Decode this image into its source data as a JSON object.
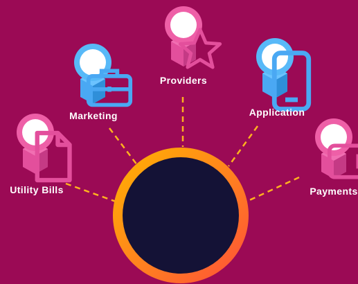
{
  "diagram": {
    "nodes": [
      {
        "key": "utility_bills",
        "label": "Utility Bills",
        "icon": "document-icon",
        "color": "pink"
      },
      {
        "key": "marketing",
        "label": "Marketing",
        "icon": "briefcase-icon",
        "color": "blue"
      },
      {
        "key": "providers",
        "label": "Providers",
        "icon": "star-icon",
        "color": "pink"
      },
      {
        "key": "application",
        "label": "Application",
        "icon": "smartphone-icon",
        "color": "blue"
      },
      {
        "key": "payments",
        "label": "Payments",
        "icon": "wallet-icon",
        "color": "pink"
      }
    ]
  },
  "colors": {
    "background": "#9b0a55",
    "pink_top": "#ee5fa7",
    "pink_body": "#e34f9c",
    "pink_side": "#c53a85",
    "blue_top": "#58b9f8",
    "blue_body": "#4aa8f3",
    "blue_side": "#2f8fd9",
    "connector": "#ffb21f",
    "hub_core": "#141236"
  }
}
